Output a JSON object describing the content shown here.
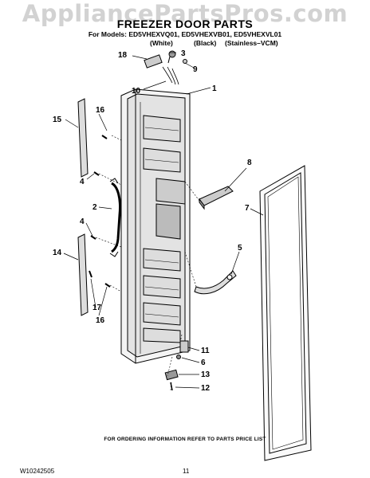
{
  "watermark": "AppliancePartsPros.com",
  "title": "FREEZER DOOR PARTS",
  "models_line": "For Models: ED5VHEXVQ01, ED5VHEXVB01, ED5VHEXVL01",
  "colors": [
    "(White)",
    "(Black)",
    "(Stainless–VCM)"
  ],
  "callouts": {
    "c1": "1",
    "c2": "2",
    "c3": "3",
    "c4a": "4",
    "c4b": "4",
    "c5": "5",
    "c6": "6",
    "c7": "7",
    "c8": "8",
    "c9": "9",
    "c10": "10",
    "c11": "11",
    "c12": "12",
    "c13": "13",
    "c14": "14",
    "c15": "15",
    "c16a": "16",
    "c16b": "16",
    "c17": "17",
    "c18": "18"
  },
  "footer": "FOR ORDERING INFORMATION REFER TO PARTS PRICE LIST",
  "doc_code": "W10242505",
  "page_number": "11"
}
